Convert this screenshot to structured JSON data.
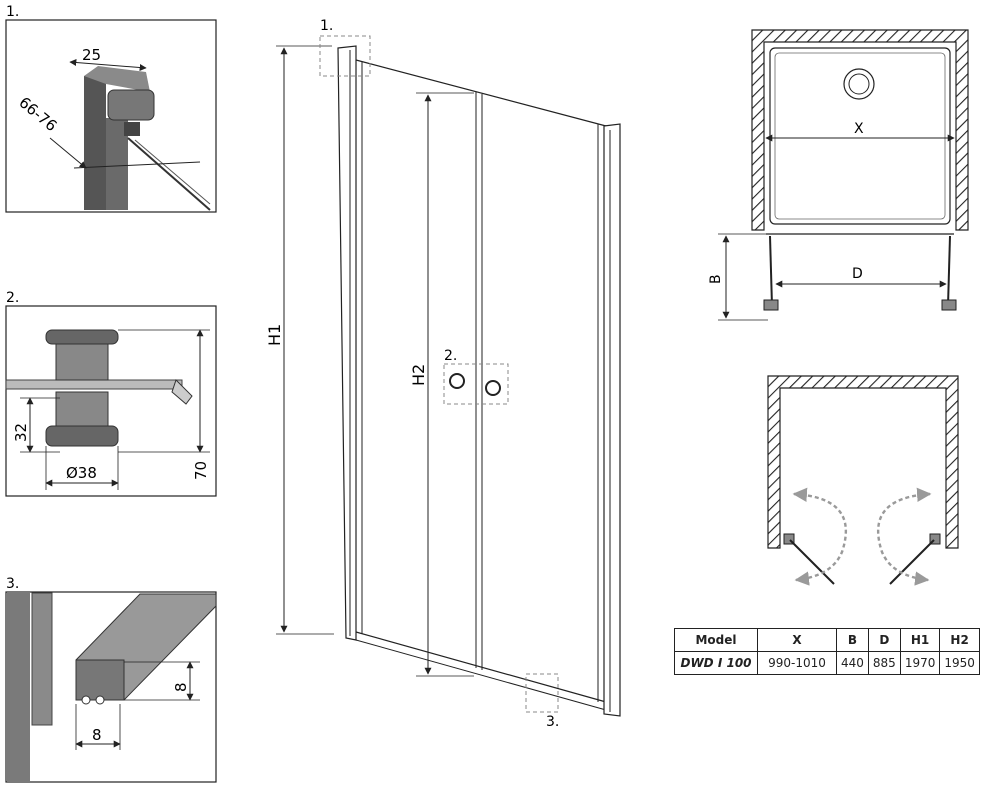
{
  "details": {
    "d1": {
      "label": "1.",
      "dim_width": "25",
      "dim_range": "66-76"
    },
    "d2": {
      "label": "2.",
      "dim_height": "32",
      "dim_diameter": "Ø38",
      "dim_total": "70"
    },
    "d3": {
      "label": "3.",
      "dim_height": "8",
      "dim_width": "8"
    }
  },
  "door": {
    "h1_label": "H1",
    "h2_label": "H2",
    "callout_1": "1.",
    "callout_2": "2.",
    "callout_3": "3."
  },
  "plan": {
    "x_label": "X",
    "d_label": "D",
    "b_label": "B"
  },
  "table": {
    "headers": [
      "Model",
      "X",
      "B",
      "D",
      "H1",
      "H2"
    ],
    "rows": [
      [
        "DWD I 100",
        "990-1010",
        "440",
        "885",
        "1970",
        "1950"
      ]
    ]
  }
}
